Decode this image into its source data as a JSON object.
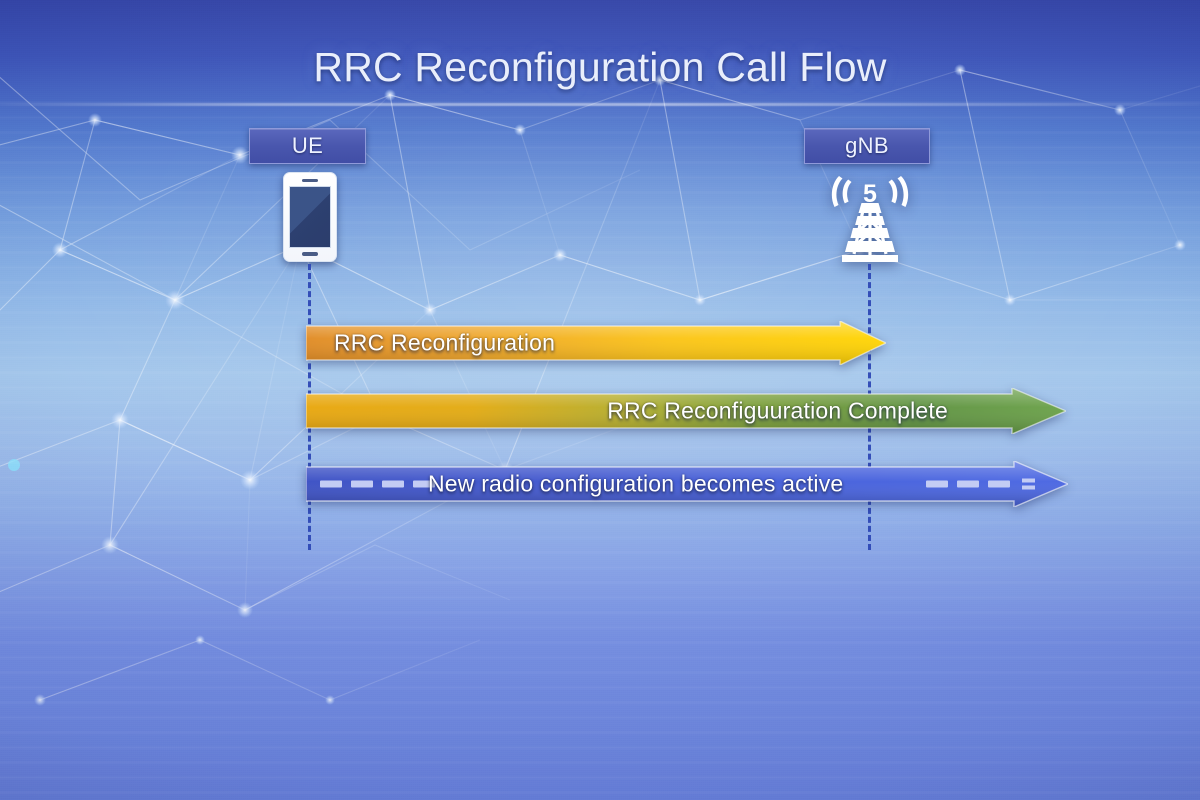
{
  "slide": {
    "title": "RRC Reconfiguration Call Flow",
    "background_top_color": "#3344a8",
    "background_bottom_color": "#6a83e0",
    "title_color": "#e9eefb"
  },
  "actors": [
    {
      "id": "ue",
      "label": "UE",
      "icon": "smartphone-icon",
      "label_box_color": "#4a57ae",
      "lifeline_color": "#2f49b6"
    },
    {
      "id": "gnb",
      "label": "gNB",
      "icon": "cell-tower-5g-icon",
      "icon_text": "5",
      "label_box_color": "#4a57ae",
      "lifeline_color": "#2f49b6"
    }
  ],
  "messages": [
    {
      "id": "msg-1",
      "label": "RRC Reconfiguration",
      "direction": "ue-to-gnb",
      "align": "left",
      "style": "solid",
      "color_start": "#e08a22",
      "color_end": "#ffd400"
    },
    {
      "id": "msg-2",
      "label": "RRC Reconfiguuration Complete",
      "direction": "ue-to-gnb",
      "align": "right",
      "style": "solid",
      "color_start": "#e8a60c",
      "color_end": "#5e9240"
    },
    {
      "id": "msg-3",
      "label": "New radio configuration becomes active",
      "direction": "ue-to-gnb",
      "align": "center",
      "style": "dashed",
      "color_start": "#3a4fc4",
      "color_end": "#4560dc",
      "dash_color": "#c3ccf4"
    }
  ]
}
